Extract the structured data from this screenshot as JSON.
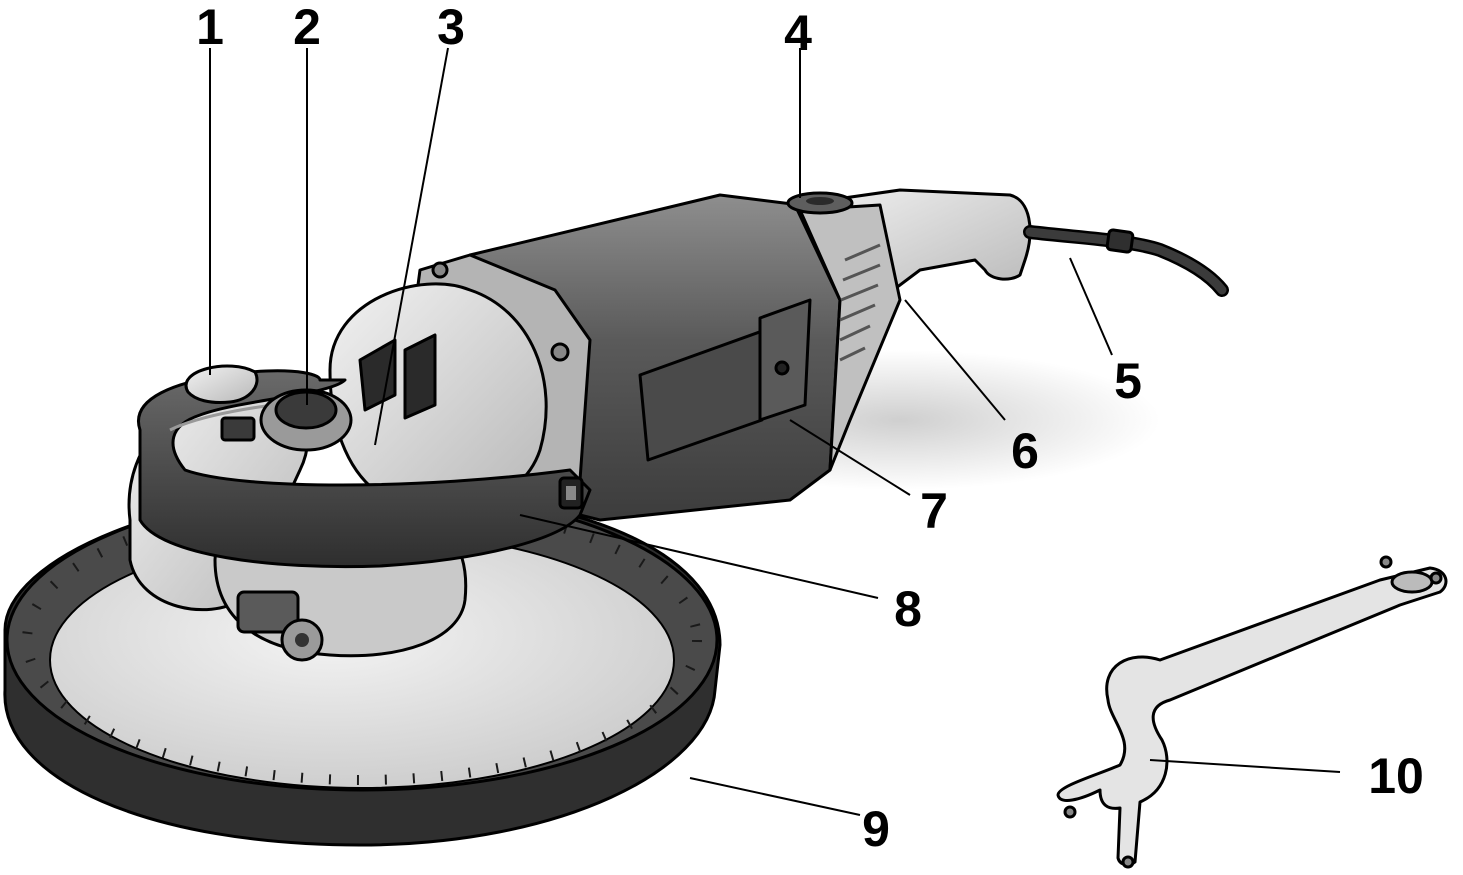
{
  "diagram": {
    "callouts": [
      {
        "id": "1",
        "label": "1"
      },
      {
        "id": "2",
        "label": "2"
      },
      {
        "id": "3",
        "label": "3"
      },
      {
        "id": "4",
        "label": "4"
      },
      {
        "id": "5",
        "label": "5"
      },
      {
        "id": "6",
        "label": "6"
      },
      {
        "id": "7",
        "label": "7"
      },
      {
        "id": "8",
        "label": "8"
      },
      {
        "id": "9",
        "label": "9"
      },
      {
        "id": "10",
        "label": "10"
      }
    ],
    "colors": {
      "background": "#ffffff",
      "outline": "#000000",
      "body_dark": "#555555",
      "body_mid": "#8a8a8a",
      "body_light": "#d8d8d8",
      "pad_light": "#e4e4e4",
      "ring_dark": "#3a3a3a"
    },
    "subjects": [
      "sanding-machine",
      "pin-spanner"
    ]
  }
}
